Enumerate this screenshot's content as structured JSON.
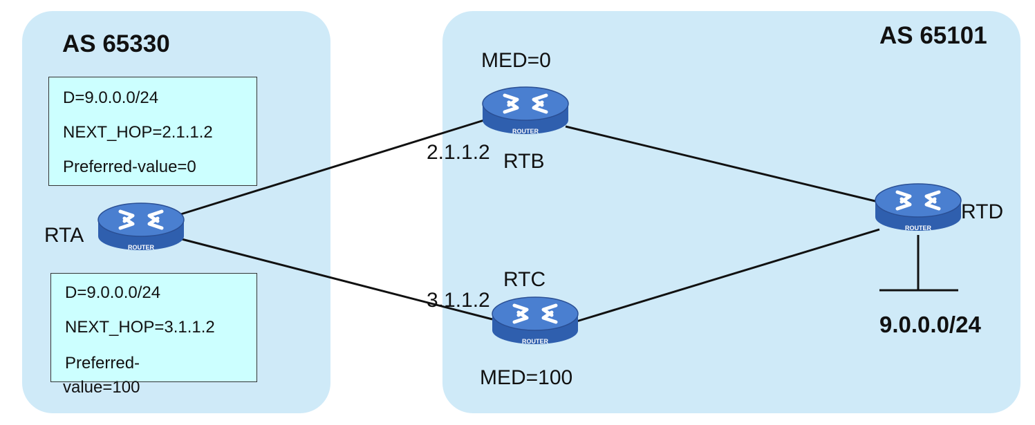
{
  "as_left": {
    "title": "AS 65330"
  },
  "as_right": {
    "title": "AS 65101"
  },
  "routers": {
    "rta": {
      "name": "RTA",
      "badge": "ROUTER"
    },
    "rtb": {
      "name": "RTB",
      "badge": "ROUTER",
      "med": "MED=0",
      "ip": "2.1.1.2"
    },
    "rtc": {
      "name": "RTC",
      "badge": "ROUTER",
      "med": "MED=100",
      "ip": "3.1.1.2"
    },
    "rtd": {
      "name": "RTD",
      "badge": "ROUTER"
    }
  },
  "network": "9.0.0.0/24",
  "route_top": {
    "dest": "D=9.0.0.0/24",
    "next_hop": "NEXT_HOP=2.1.1.2",
    "preferred": "Preferred-value=0"
  },
  "route_bottom": {
    "dest": "D=9.0.0.0/24",
    "next_hop": "NEXT_HOP=3.1.1.2",
    "preferred_line1": "Preferred-",
    "preferred_line2": "value=100"
  },
  "colors": {
    "as_zone": "#cfeaf8",
    "route_box": "#ccffff",
    "router_body": "#2f5fae",
    "router_top": "#4a7fd0"
  }
}
